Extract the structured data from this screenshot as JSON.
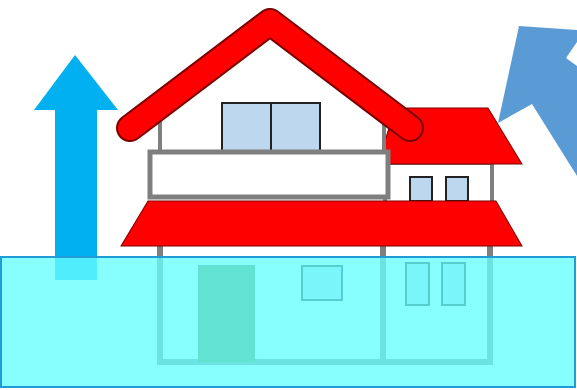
{
  "figure": {
    "subject": "house-flood-illustration",
    "elements": [
      "house",
      "flood-water",
      "rising-arrow",
      "wind-arrow"
    ]
  },
  "colors": {
    "roof": "#ff0000",
    "roof_outline": "#7a0000",
    "wall": "#ffffff",
    "frame": "#7f7f7f",
    "window": "#bdd7ee",
    "door": "#548235",
    "water": "#66ffff",
    "water_outline": "#1f9bd6",
    "up_arrow": "#00b0f0",
    "wind_arrow": "#5b9bd5"
  }
}
